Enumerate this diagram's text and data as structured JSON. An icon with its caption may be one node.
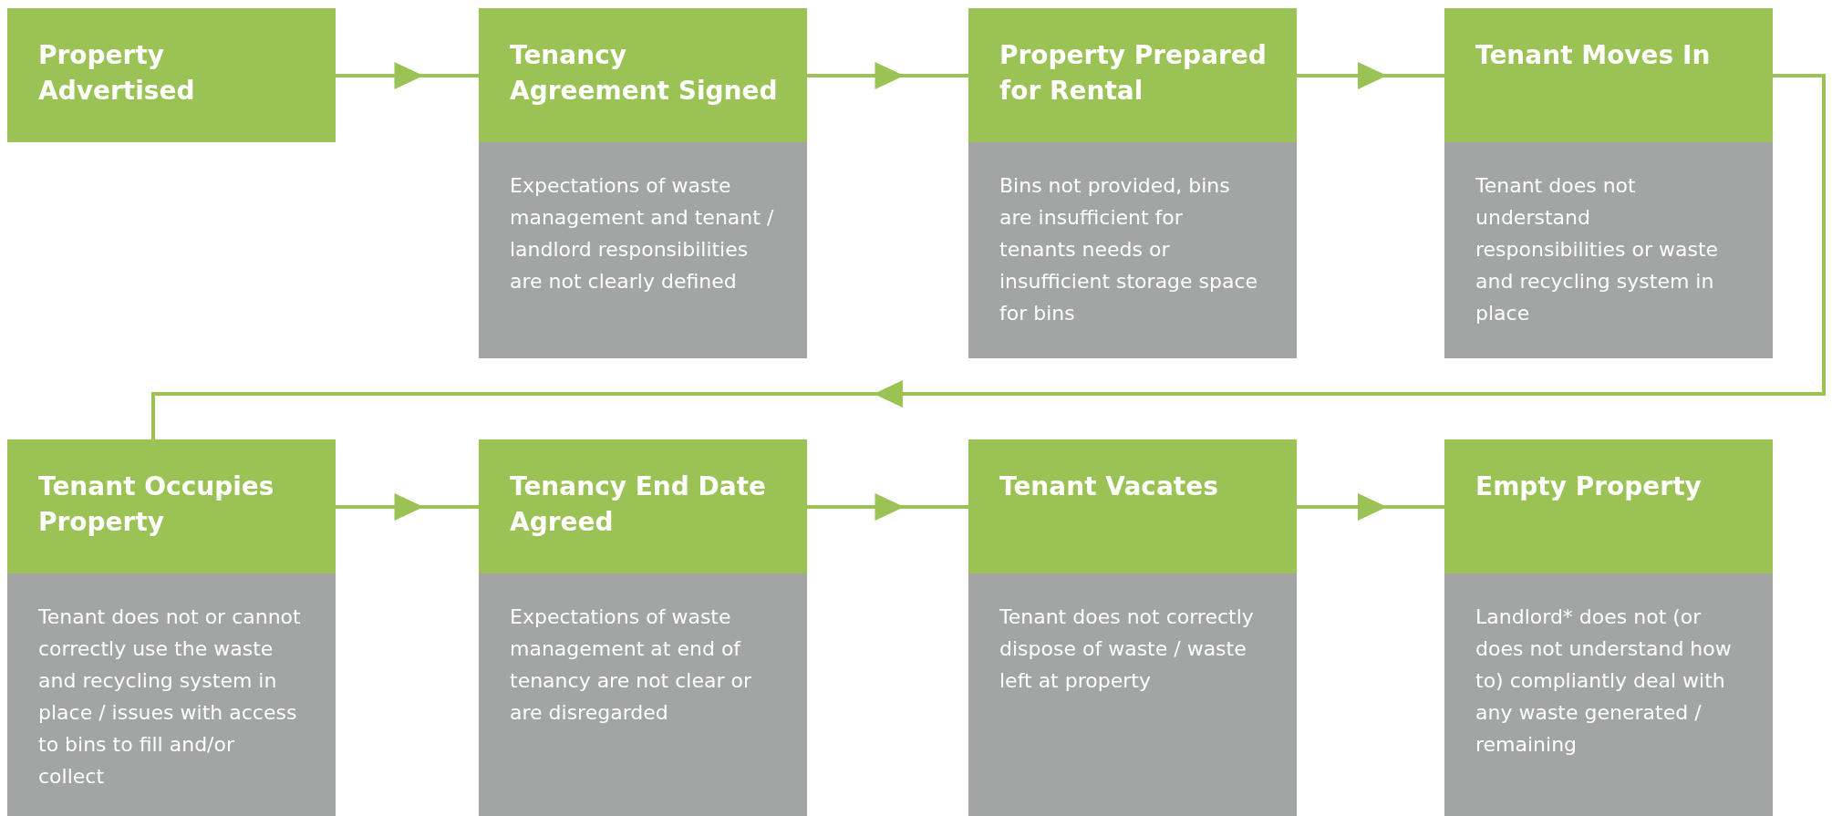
{
  "diagram": {
    "nodes": [
      {
        "text": [
          "Property Advertised"
        ]
      },
      {
        "text": [
          "Tenancy Agreement Signed",
          "Expectations of waste management and tenant / landlord responsibilities are not clearly defined"
        ]
      },
      {
        "text": [
          "Property Prepared for Rental",
          "Bins not provided, bins are insufficient for tenants needs or insufficient storage space for bins"
        ]
      },
      {
        "text": [
          "Tenant Moves In",
          "Tenant does not understand responsibilities or waste and recycling system in place"
        ]
      },
      {
        "text": [
          "Tenant Occupies Property",
          "Tenant does not or cannot correctly use the waste and recycling system in place / issues with access to bins to fill and/or collect"
        ]
      },
      {
        "text": [
          "Tenancy End Date Agreed",
          "Expectations of waste management at end of tenancy are not clear or are disregarded"
        ]
      },
      {
        "text": [
          "Tenant Vacates",
          "Tenant does not correctly dispose of waste / waste left at property"
        ]
      },
      {
        "text": [
          "Empty Property",
          "Landlord* does not (or does not understand how to) compliantly deal with any waste generated / remaining"
        ]
      }
    ],
    "edges": [
      {
        "from": 0,
        "to": 1,
        "arrow": "to"
      },
      {
        "from": 1,
        "to": 2,
        "arrow": "to"
      },
      {
        "from": 2,
        "to": 3,
        "arrow": "to"
      },
      {
        "from": 3,
        "to": 4,
        "arrow": "to"
      },
      {
        "from": 4,
        "to": 5,
        "arrow": "to"
      },
      {
        "from": 5,
        "to": 6,
        "arrow": "to"
      },
      {
        "from": 6,
        "to": 7,
        "arrow": "to"
      }
    ]
  }
}
